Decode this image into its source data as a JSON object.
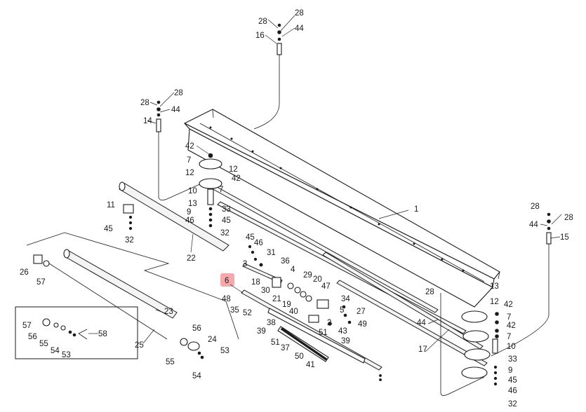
{
  "diagram": {
    "highlight_color": "#f6a8ac",
    "highlighted_part": "6",
    "labels": [
      "28",
      "28",
      "44",
      "16",
      "28",
      "28",
      "44",
      "14",
      "42",
      "7",
      "12",
      "12",
      "42",
      "10",
      "7",
      "11",
      "13",
      "33",
      "9",
      "46",
      "45",
      "45",
      "32",
      "32",
      "1",
      "22",
      "45",
      "46",
      "31",
      "3",
      "36",
      "18",
      "4",
      "30",
      "29",
      "20",
      "47",
      "34",
      "21",
      "19",
      "5",
      "27",
      "40",
      "2",
      "49",
      "43",
      "39",
      "38",
      "51",
      "52",
      "50",
      "41",
      "37",
      "51",
      "39",
      "35",
      "48",
      "6",
      "26",
      "57",
      "23",
      "25",
      "24",
      "56",
      "55",
      "53",
      "54",
      "57",
      "56",
      "55",
      "54",
      "53",
      "58",
      "28",
      "28",
      "44",
      "15",
      "13",
      "12",
      "42",
      "7",
      "42",
      "7",
      "33",
      "10",
      "9",
      "45",
      "46",
      "32",
      "28",
      "44",
      "17"
    ]
  }
}
